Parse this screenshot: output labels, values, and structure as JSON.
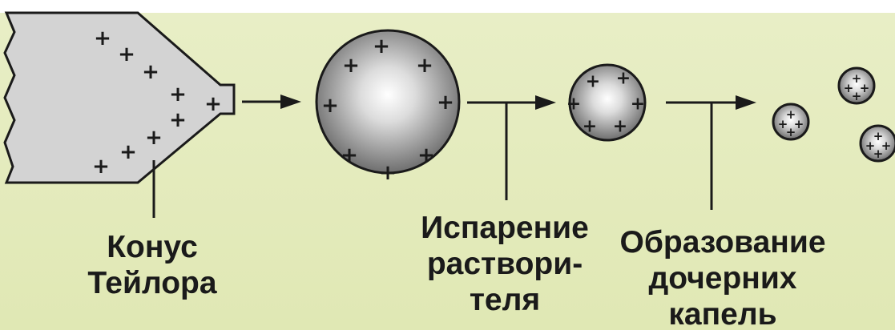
{
  "diagram": {
    "colors": {
      "background": "#e4ebbe",
      "background_edge": "#dfe8b2",
      "needle_fill": "#d3d3d3",
      "stroke": "#1a1a1a",
      "drop_center": "#ffffff",
      "drop_edge": "#6a6a6a"
    },
    "charge_symbol": "+",
    "stages": {
      "taylor_cone": {
        "label_lines": [
          "Конус",
          "Тейлора"
        ]
      },
      "solvent_evaporation": {
        "label_lines": [
          "Испарение",
          "раствори-",
          "теля"
        ]
      },
      "daughter_droplets": {
        "label_lines": [
          "Образование",
          "дочерних",
          "капель"
        ]
      }
    },
    "icons": [
      "arrow-right-icon",
      "plus-icon"
    ]
  }
}
